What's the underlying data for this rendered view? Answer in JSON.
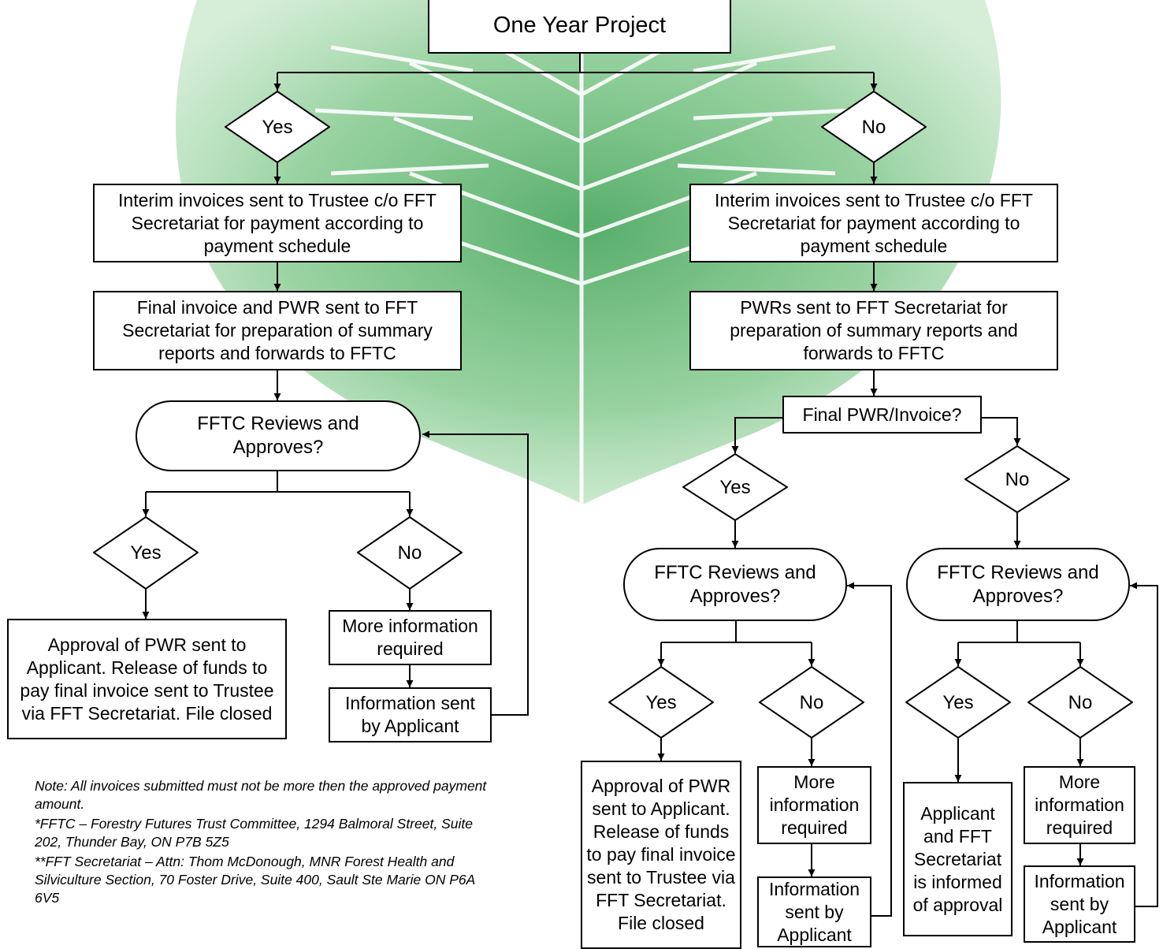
{
  "colors": {
    "leaf_dark": "#2f9a47",
    "leaf_light": "#9ed6a4",
    "line": "#000000",
    "box_fill": "#ffffff"
  },
  "title": "One Year Project",
  "left": {
    "decision": "Yes",
    "interim": "Interim invoices sent to Trustee c/o FFT Secretariat for payment according to payment schedule",
    "final": "Final invoice and PWR sent to FFT Secretariat for preparation of summary reports and forwards to FFTC",
    "review": "FFTC Reviews and Approves?",
    "yes": "Yes",
    "no": "No",
    "approval": "Approval of PWR sent to Applicant. Release of funds to pay final invoice sent to Trustee via FFT Secretariat. File closed",
    "more_info": "More information required",
    "info_sent": "Information sent by Applicant"
  },
  "right": {
    "decision": "No",
    "interim": "Interim invoices sent to Trustee c/o FFT Secretariat for payment according to payment schedule",
    "pwrs": "PWRs sent to FFT Secretariat for preparation of summary reports and forwards to FFTC",
    "final_q": "Final PWR/Invoice?",
    "yes": "Yes",
    "no": "No",
    "review_a": "FFTC Reviews and Approves?",
    "review_b": "FFTC Reviews and Approves?",
    "a_yes": "Yes",
    "a_no": "No",
    "b_yes": "Yes",
    "b_no": "No",
    "a_approval": "Approval of PWR sent to Applicant. Release of funds to pay final invoice sent to Trustee via FFT Secretariat. File closed",
    "a_more_info": "More information required",
    "a_info_sent": "Information sent by Applicant",
    "b_informed": "Applicant and FFT Secretariat is informed of approval",
    "b_more_info": "More information required",
    "b_info_sent": "Information sent by Applicant"
  },
  "notes": {
    "line1": "Note:  All invoices submitted must not be more then the approved payment amount.",
    "line2": "*FFTC – Forestry Futures Trust Committee, 1294 Balmoral Street, Suite 202, Thunder Bay, ON P7B 5Z5",
    "line3": "**FFT Secretariat – Attn: Thom McDonough, MNR Forest Health and Silviculture Section, 70 Foster Drive, Suite 400, Sault Ste Marie ON P6A 6V5"
  }
}
